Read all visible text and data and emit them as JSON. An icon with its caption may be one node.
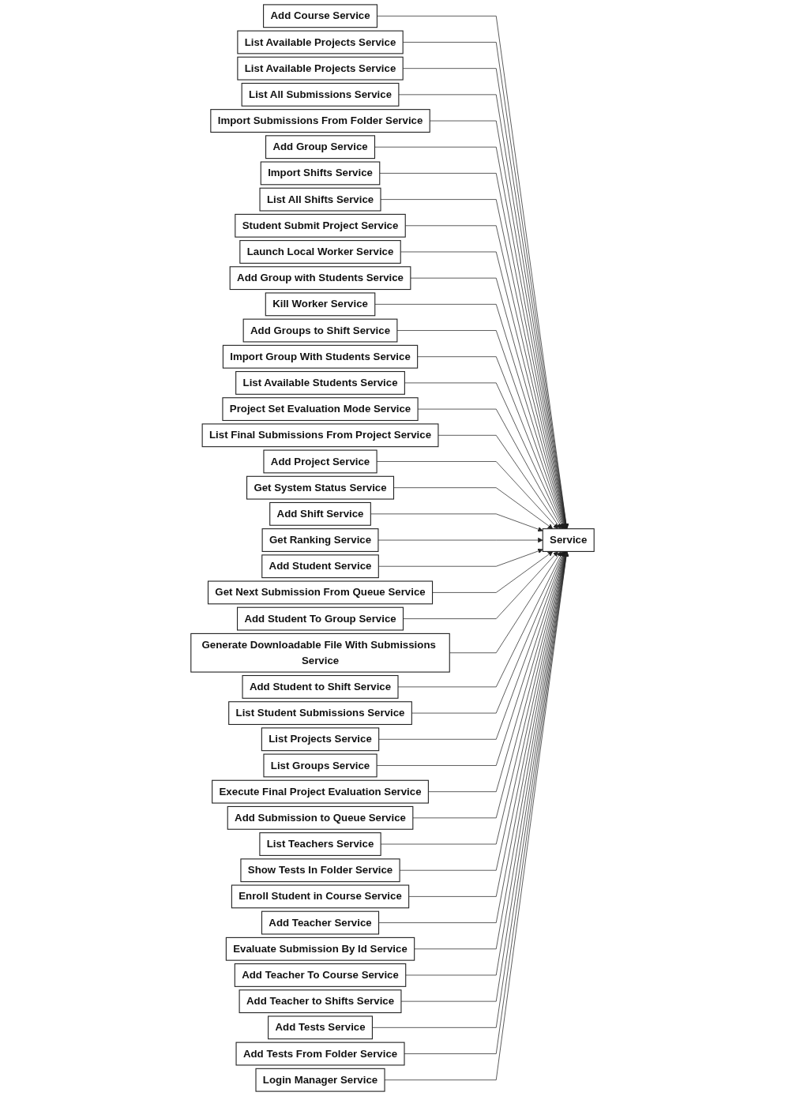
{
  "diagram": {
    "nodes": [
      {
        "text": [
          "Add Course Service"
        ]
      },
      {
        "text": [
          "List Available Projects Service"
        ]
      },
      {
        "text": [
          "List Available Projects Service"
        ]
      },
      {
        "text": [
          "List All Submissions Service"
        ]
      },
      {
        "text": [
          "Import Submissions From Folder Service"
        ]
      },
      {
        "text": [
          "Add Group Service"
        ]
      },
      {
        "text": [
          "Import Shifts Service"
        ]
      },
      {
        "text": [
          "List All Shifts Service"
        ]
      },
      {
        "text": [
          "Student Submit Project Service"
        ]
      },
      {
        "text": [
          "Launch Local Worker Service"
        ]
      },
      {
        "text": [
          "Add Group with Students Service"
        ]
      },
      {
        "text": [
          "Kill Worker Service"
        ]
      },
      {
        "text": [
          "Add Groups to Shift Service"
        ]
      },
      {
        "text": [
          "Import Group With Students Service"
        ]
      },
      {
        "text": [
          "List Available Students Service"
        ]
      },
      {
        "text": [
          "Project Set Evaluation Mode Service"
        ]
      },
      {
        "text": [
          "List Final Submissions From Project Service"
        ]
      },
      {
        "text": [
          "Add Project Service"
        ]
      },
      {
        "text": [
          "Get System Status Service"
        ]
      },
      {
        "text": [
          "Add Shift Service"
        ]
      },
      {
        "text": [
          "Get Ranking Service"
        ]
      },
      {
        "text": [
          "Service"
        ]
      },
      {
        "text": [
          "Add Student Service"
        ]
      },
      {
        "text": [
          "Get Next Submission From Queue Service"
        ]
      },
      {
        "text": [
          "Add Student To Group Service"
        ]
      },
      {
        "text": [
          "Generate Downloadable File With Submissions Service"
        ]
      },
      {
        "text": [
          "Add Student to Shift Service"
        ]
      },
      {
        "text": [
          "List Student Submissions Service"
        ]
      },
      {
        "text": [
          "List Projects Service"
        ]
      },
      {
        "text": [
          "List Groups Service"
        ]
      },
      {
        "text": [
          "Execute Final Project Evaluation Service"
        ]
      },
      {
        "text": [
          "Add Submission to Queue Service"
        ]
      },
      {
        "text": [
          "List Teachers Service"
        ]
      },
      {
        "text": [
          "Show Tests In Folder Service"
        ]
      },
      {
        "text": [
          "Enroll Student in Course Service"
        ]
      },
      {
        "text": [
          "Add Teacher Service"
        ]
      },
      {
        "text": [
          "Evaluate Submission By Id Service"
        ]
      },
      {
        "text": [
          "Add Teacher To Course Service"
        ]
      },
      {
        "text": [
          "Add Teacher to Shifts Service"
        ]
      },
      {
        "text": [
          "Add Tests Service"
        ]
      },
      {
        "text": [
          "Add Tests From Folder Service"
        ]
      },
      {
        "text": [
          "Login Manager Service"
        ]
      }
    ],
    "edges": [
      {
        "from": 0,
        "to": 21,
        "arrow": "to"
      },
      {
        "from": 1,
        "to": 21,
        "arrow": "to"
      },
      {
        "from": 2,
        "to": 21,
        "arrow": "to"
      },
      {
        "from": 3,
        "to": 21,
        "arrow": "to"
      },
      {
        "from": 4,
        "to": 21,
        "arrow": "to"
      },
      {
        "from": 5,
        "to": 21,
        "arrow": "to"
      },
      {
        "from": 6,
        "to": 21,
        "arrow": "to"
      },
      {
        "from": 7,
        "to": 21,
        "arrow": "to"
      },
      {
        "from": 8,
        "to": 21,
        "arrow": "to"
      },
      {
        "from": 9,
        "to": 21,
        "arrow": "to"
      },
      {
        "from": 10,
        "to": 21,
        "arrow": "to"
      },
      {
        "from": 11,
        "to": 21,
        "arrow": "to"
      },
      {
        "from": 12,
        "to": 21,
        "arrow": "to"
      },
      {
        "from": 13,
        "to": 21,
        "arrow": "to"
      },
      {
        "from": 14,
        "to": 21,
        "arrow": "to"
      },
      {
        "from": 15,
        "to": 21,
        "arrow": "to"
      },
      {
        "from": 16,
        "to": 21,
        "arrow": "to"
      },
      {
        "from": 17,
        "to": 21,
        "arrow": "to"
      },
      {
        "from": 18,
        "to": 21,
        "arrow": "to"
      },
      {
        "from": 19,
        "to": 21,
        "arrow": "to"
      },
      {
        "from": 20,
        "to": 21,
        "arrow": "to"
      },
      {
        "from": 22,
        "to": 21,
        "arrow": "to"
      },
      {
        "from": 23,
        "to": 21,
        "arrow": "to"
      },
      {
        "from": 24,
        "to": 21,
        "arrow": "to"
      },
      {
        "from": 25,
        "to": 21,
        "arrow": "to"
      },
      {
        "from": 26,
        "to": 21,
        "arrow": "to"
      },
      {
        "from": 27,
        "to": 21,
        "arrow": "to"
      },
      {
        "from": 28,
        "to": 21,
        "arrow": "to"
      },
      {
        "from": 29,
        "to": 21,
        "arrow": "to"
      },
      {
        "from": 30,
        "to": 21,
        "arrow": "to"
      },
      {
        "from": 31,
        "to": 21,
        "arrow": "to"
      },
      {
        "from": 32,
        "to": 21,
        "arrow": "to"
      },
      {
        "from": 33,
        "to": 21,
        "arrow": "to"
      },
      {
        "from": 34,
        "to": 21,
        "arrow": "to"
      },
      {
        "from": 35,
        "to": 21,
        "arrow": "to"
      },
      {
        "from": 36,
        "to": 21,
        "arrow": "to"
      },
      {
        "from": 37,
        "to": 21,
        "arrow": "to"
      },
      {
        "from": 38,
        "to": 21,
        "arrow": "to"
      },
      {
        "from": 39,
        "to": 21,
        "arrow": "to"
      },
      {
        "from": 40,
        "to": 21,
        "arrow": "to"
      },
      {
        "from": 41,
        "to": 21,
        "arrow": "to"
      }
    ]
  }
}
